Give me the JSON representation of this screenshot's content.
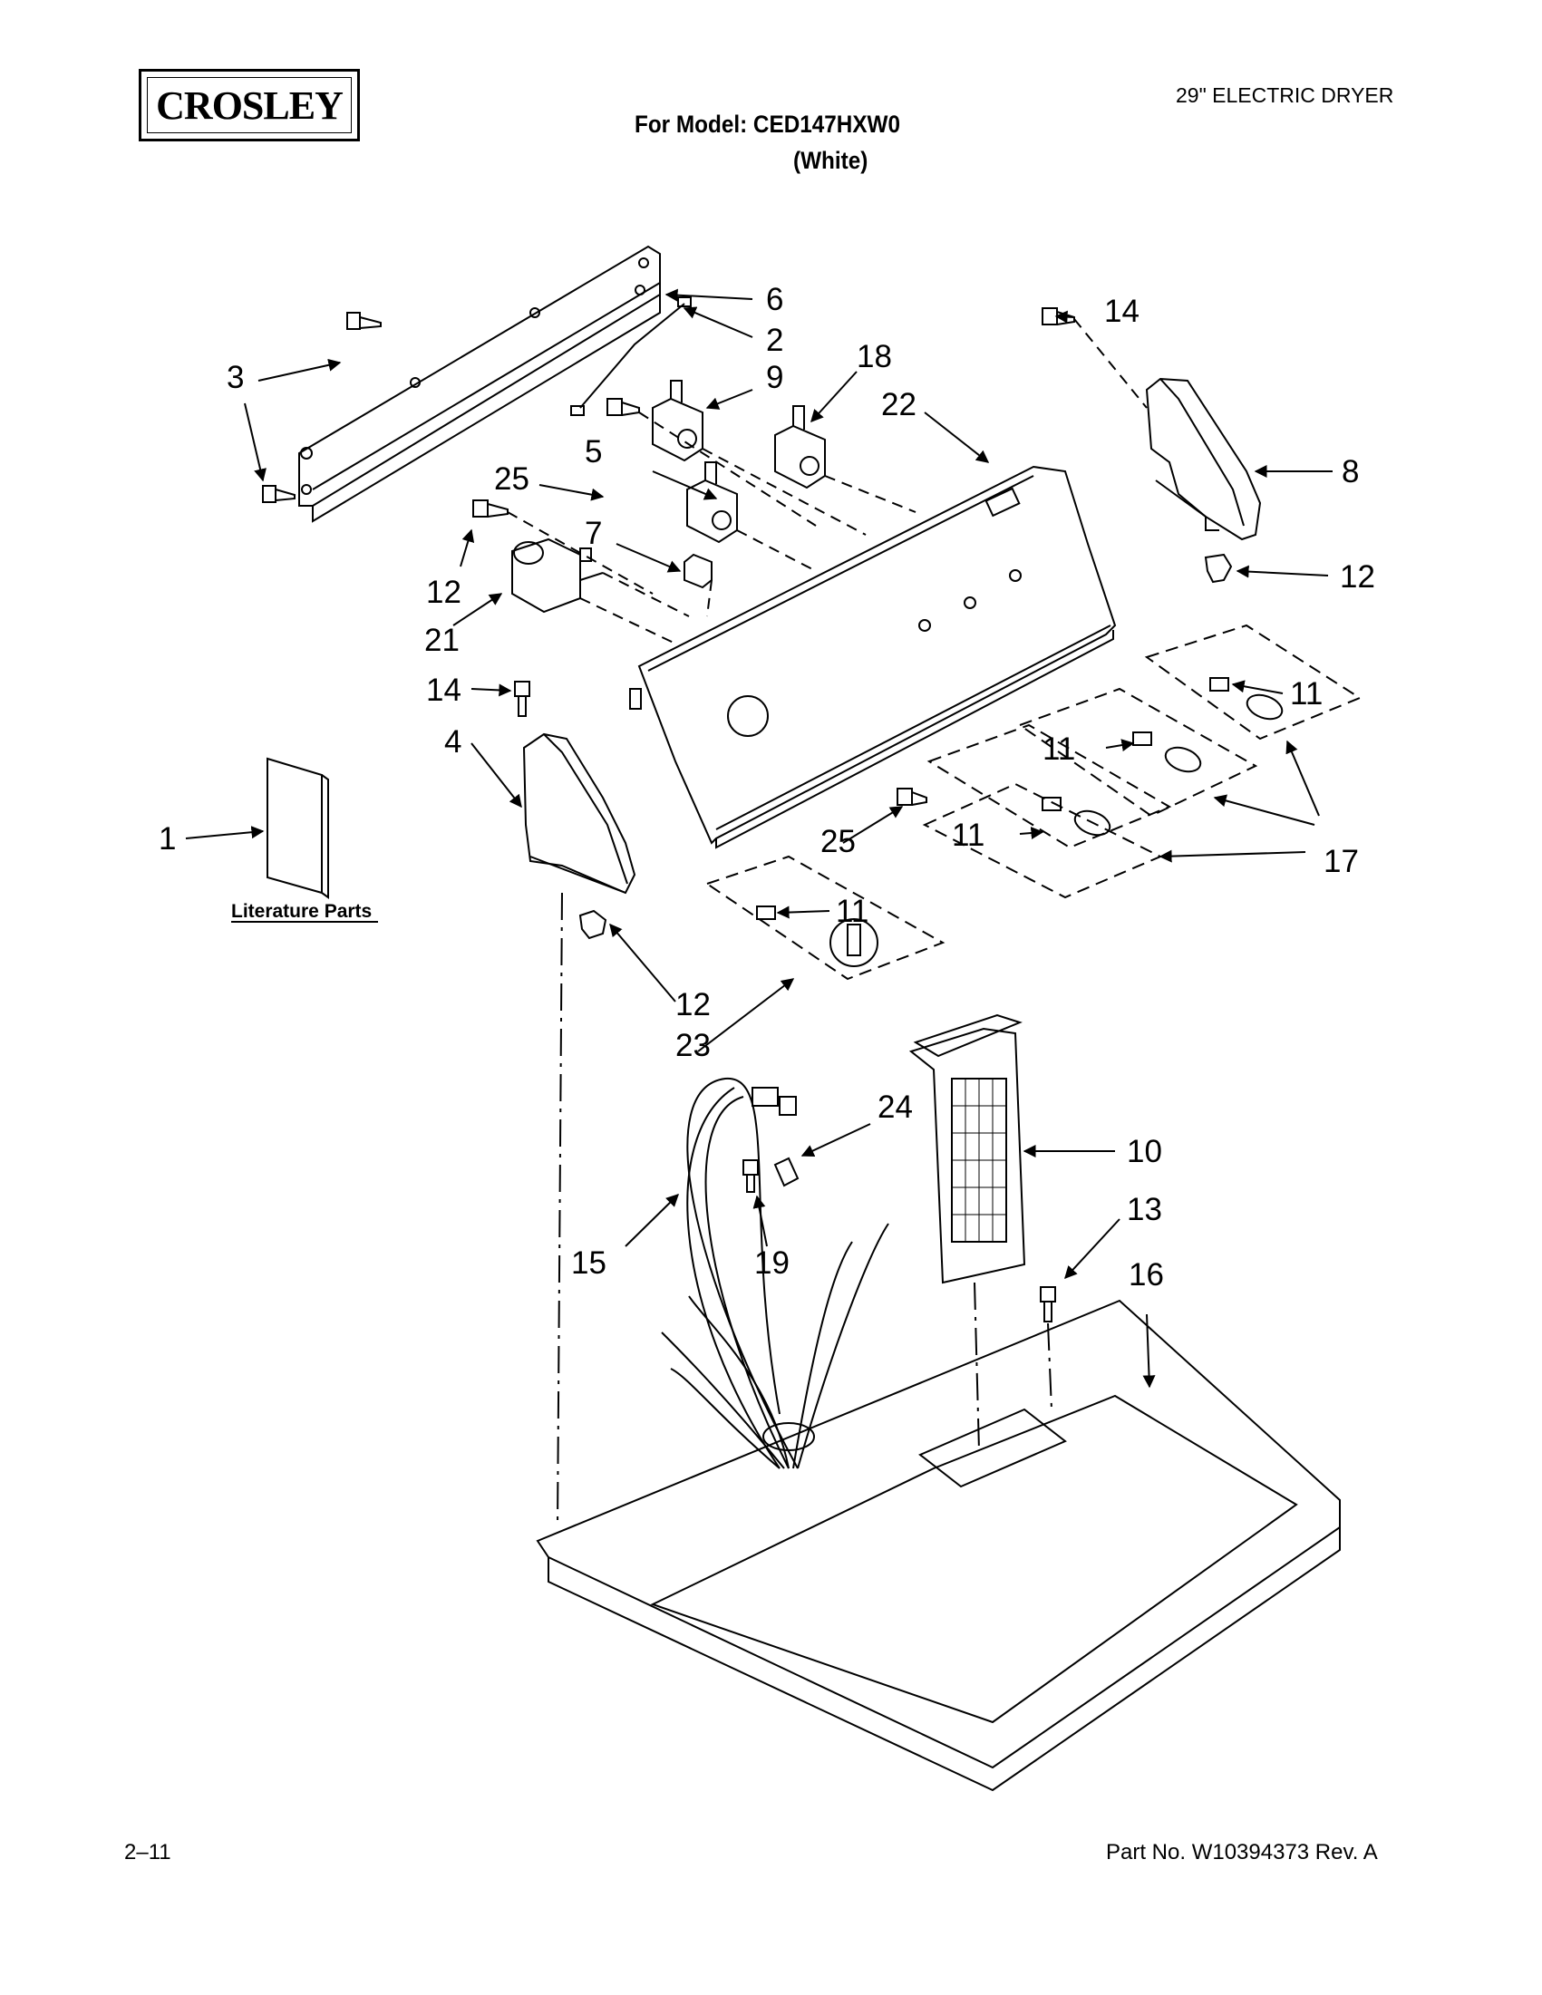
{
  "header": {
    "brand": "CROSLEY",
    "model_line": "For Model: CED147HXW0",
    "color_line": "(White)",
    "product": "29\" ELECTRIC DRYER"
  },
  "literature_label": "Literature Parts",
  "callouts": {
    "c1": "1",
    "c2": "2",
    "c3": "3",
    "c4": "4",
    "c5": "5",
    "c6": "6",
    "c7": "7",
    "c8": "8",
    "c9": "9",
    "c10": "10",
    "c11a": "11",
    "c11b": "11",
    "c11c": "11",
    "c11d": "11",
    "c12a": "12",
    "c12b": "12",
    "c12c": "12",
    "c13": "13",
    "c14a": "14",
    "c14b": "14",
    "c15": "15",
    "c16": "16",
    "c17": "17",
    "c18": "18",
    "c19": "19",
    "c21": "21",
    "c22": "22",
    "c23": "23",
    "c24": "24",
    "c25a": "25",
    "c25b": "25"
  },
  "footer": {
    "date_code": "2–11",
    "part_no": "Part No. W10394373 Rev. A"
  }
}
